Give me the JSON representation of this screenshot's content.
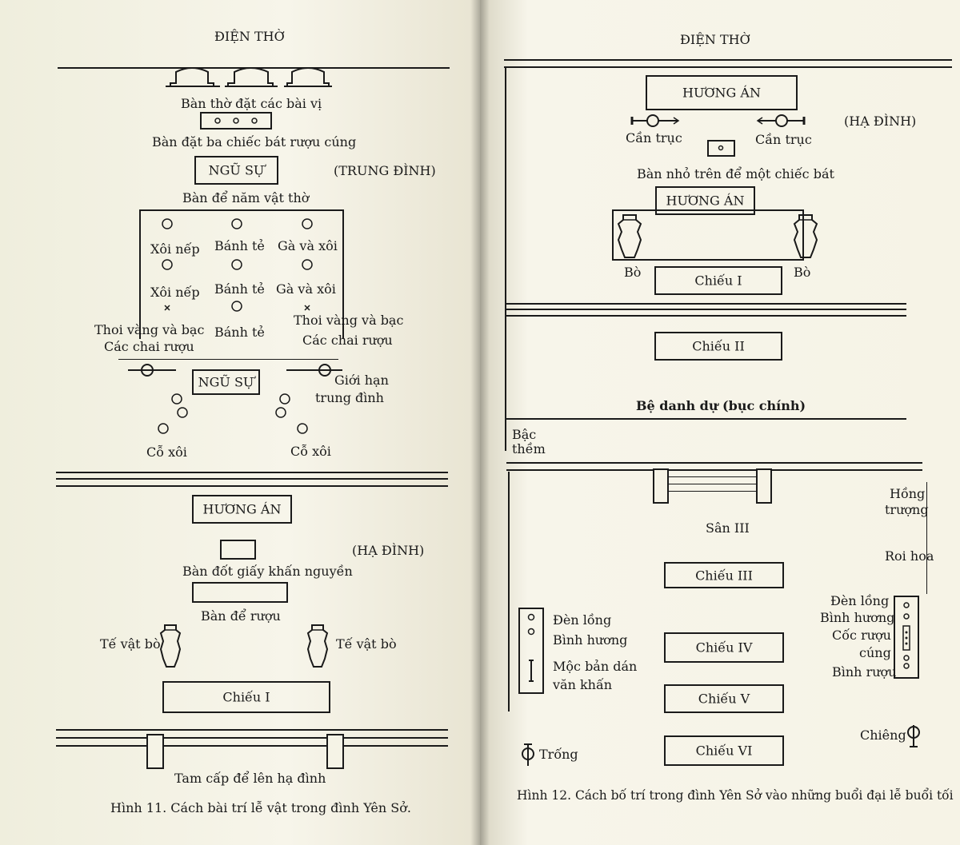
{
  "left_page": {
    "title": "ĐIỆN THỜ",
    "ban_tho_label": "Bàn thờ đặt các bài vị",
    "ba_bat_label": "Bàn đặt ba chiếc bát rượu cúng",
    "ngu_su_top": "NGŨ SỰ",
    "trung_dinh": "(TRUNG ĐÌNH)",
    "nam_vat_label": "Bàn để năm vật thờ",
    "offerings": [
      "Xôi nếp",
      "Bánh tẻ",
      "Gà và xôi",
      "Xôi nếp",
      "Bánh tẻ",
      "Gà và xôi",
      "Thoi vàng và bạc",
      "Bánh tẻ",
      "Thoi vàng và bạc"
    ],
    "chai_ruou_left": "Các chai rượu",
    "chai_ruou_right": "Các chai rượu",
    "ngu_su_bottom": "NGŨ SỰ",
    "gioi_han_1": "Giới hạn",
    "gioi_han_2": "trung đình",
    "co_xoi_left": "Cỗ xôi",
    "co_xoi_right": "Cỗ xôi",
    "huong_an": "HƯƠNG ÁN",
    "ha_dinh": "(HẠ ĐÌNH)",
    "ban_dot_giay": "Bàn đốt giấy khấn nguyền",
    "ban_de_ruou": "Bàn để rượu",
    "te_vat_bo_left": "Tế vật bò",
    "te_vat_bo_right": "Tế vật bò",
    "chieu_1": "Chiếu I",
    "tam_cap": "Tam cấp để lên hạ đình",
    "caption": "Hình 11. Cách bài trí lễ vật trong đình Yên Sở."
  },
  "right_page": {
    "title": "ĐIỆN THỜ",
    "huong_an_top": "HƯƠNG ÁN",
    "ha_dinh": "(HẠ ĐÌNH)",
    "can_truc_left": "Cần trục",
    "can_truc_right": "Cần trục",
    "ban_nho": "Bàn nhỏ trên để một chiếc bát",
    "huong_an_2": "HƯƠNG ÁN",
    "bo_left": "Bò",
    "bo_right": "Bò",
    "chieu_1": "Chiếu I",
    "chieu_2": "Chiếu II",
    "be_danh_du": "Bệ danh dự (bục chính)",
    "bac_them_1": "Bậc",
    "bac_them_2": "thềm",
    "hong_truong_1": "Hồng",
    "hong_truong_2": "trượng",
    "san_3": "Sân III",
    "roi_hoa": "Roi hoa",
    "chieu_3": "Chiếu III",
    "den_long_left": "Đèn lồng",
    "binh_huong_left": "Bình hương",
    "moc_ban_1": "Mộc bản dán",
    "moc_ban_2": "văn khấn",
    "den_long_right": "Đèn lồng",
    "binh_huong_right": "Bình hương",
    "coc_ruou_1": "Cốc rượu",
    "coc_ruou_2": "cúng",
    "binh_ruou": "Bình rượu",
    "chieu_4": "Chiếu IV",
    "chieu_5": "Chiếu V",
    "chieu_6": "Chiếu VI",
    "chieng": "Chiêng",
    "trong": "Trống",
    "caption": "Hình 12. Cách bố trí trong đình Yên Sở vào những buổi đại lễ buổi tối"
  }
}
